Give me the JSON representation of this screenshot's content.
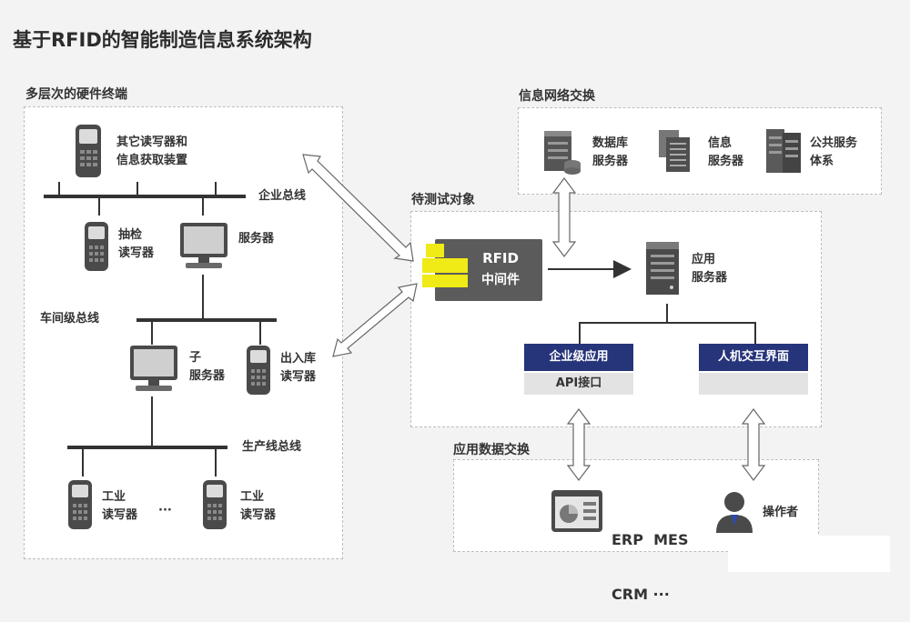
{
  "title": "基于RFID的智能制造信息系统架构",
  "sections": {
    "hardware": "多层次的硬件终端",
    "network": "信息网络交换",
    "test_object": "待测试对象",
    "app_exchange": "应用数据交换"
  },
  "hardware": {
    "reader_top": [
      "其它读写器和",
      "信息获取装置"
    ],
    "bus_enterprise": "企业总线",
    "sampling_reader": [
      "抽检",
      "读写器"
    ],
    "server": "服务器",
    "bus_workshop": "车间级总线",
    "sub_server": [
      "子",
      "服务器"
    ],
    "inout_reader": [
      "出入库",
      "读写器"
    ],
    "bus_production": "生产线总线",
    "industrial_reader_1": [
      "工业",
      "读写器"
    ],
    "ellipsis": "···",
    "industrial_reader_2": [
      "工业",
      "读写器"
    ]
  },
  "network": {
    "database_server": [
      "数据库",
      "服务器"
    ],
    "info_server": [
      "信息",
      "服务器"
    ],
    "public_service": [
      "公共服务",
      "体系"
    ]
  },
  "test_object": {
    "middleware": [
      "RFID",
      "中间件"
    ],
    "app_server": [
      "应用",
      "服务器"
    ],
    "enterprise_app": "企业级应用",
    "api": "API接口",
    "hmi": "人机交互界面"
  },
  "app_exchange": {
    "erp_line1": "ERP  MES",
    "erp_line2": "CRM ···",
    "operator": "操作者"
  }
}
